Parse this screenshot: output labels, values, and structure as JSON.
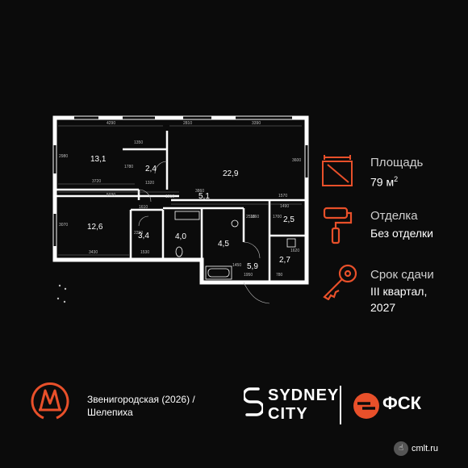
{
  "plan": {
    "rooms": [
      {
        "id": "r1",
        "label": "13,1"
      },
      {
        "id": "r2",
        "label": "2,4"
      },
      {
        "id": "r3",
        "label": "22,9"
      },
      {
        "id": "r4",
        "label": "5,1"
      },
      {
        "id": "r5",
        "label": "12,6"
      },
      {
        "id": "r6",
        "label": "3,4"
      },
      {
        "id": "r7",
        "label": "4,0"
      },
      {
        "id": "r8",
        "label": "4,5"
      },
      {
        "id": "r9",
        "label": "5,9"
      },
      {
        "id": "r10",
        "label": "2,5"
      },
      {
        "id": "r11",
        "label": "2,7"
      }
    ],
    "dimensions": [
      "4290",
      "2810",
      "3390",
      "1350",
      "1780",
      "1320",
      "3720",
      "2980",
      "3600",
      "3860",
      "1570",
      "5030",
      "1610",
      "1910",
      "2510",
      "1490",
      "1700",
      "3070",
      "2290",
      "3430",
      "1530",
      "1450",
      "1860",
      "1620",
      "1950",
      "780"
    ]
  },
  "info": {
    "area_label": "Площадь",
    "area_value": "79 м",
    "area_sup": "2",
    "finish_label": "Отделка",
    "finish_value": "Без отделки",
    "deadline_label": "Срок сдачи",
    "deadline_line1": "III квартал,",
    "deadline_line2": "2027"
  },
  "footer": {
    "metro_line1": "Звенигородская (2026) /",
    "metro_line2": "Шелепиха",
    "sydney_line1": "SYDNEY",
    "sydney_line2": "CITY",
    "fsk": "ФСК",
    "watermark": "cmlt.ru"
  },
  "colors": {
    "accent": "#e8502a",
    "background": "#0b0b0b",
    "wall": "#ffffff"
  }
}
